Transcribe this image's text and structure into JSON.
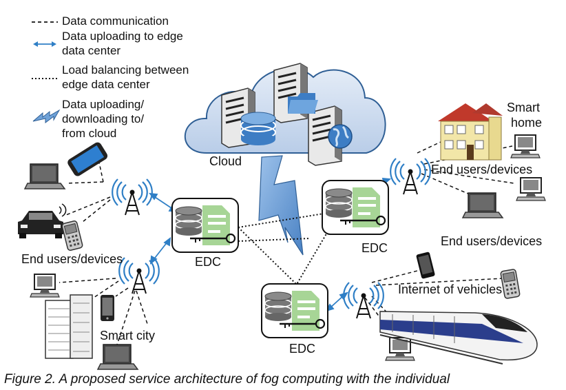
{
  "legend": {
    "communication": "Data communication",
    "uploading_edge": "Data uploading to edge data center",
    "uploading_edge_l1": "Data uploading to edge",
    "uploading_edge_l2": "data center",
    "load_balancing": "Load balancing between edge data center",
    "load_balancing_l1": "Load balancing between",
    "load_balancing_l2": "edge data center",
    "cloud_transfer": "Data uploading/ downloading to/ from cloud",
    "cloud_transfer_l1": "Data uploading/",
    "cloud_transfer_l2": "downloading to/",
    "cloud_transfer_l3": "from cloud"
  },
  "labels": {
    "cloud": "Cloud",
    "edc": "EDC",
    "smart_home_l1": "Smart",
    "smart_home_l2": "home",
    "end_users_devices": "End users/devices",
    "smart_city": "Smart city",
    "internet_of_vehicles": "Internet of vehicles"
  },
  "caption": "Figure 2. A proposed service architecture of fog computing with the individual",
  "colors": {
    "accent_blue": "#2f7fc6",
    "cloud_fill": "#c9d9ee",
    "edc_green": "#9fd28e",
    "lightning": "#6fa2d8"
  },
  "icons": [
    "server-icon",
    "folder-icon",
    "globe-icon",
    "database-icon",
    "key-icon",
    "antenna-icon",
    "laptop-icon",
    "smartphone-icon",
    "car-icon",
    "desktop-icon",
    "building-icon",
    "house-icon",
    "train-icon"
  ]
}
